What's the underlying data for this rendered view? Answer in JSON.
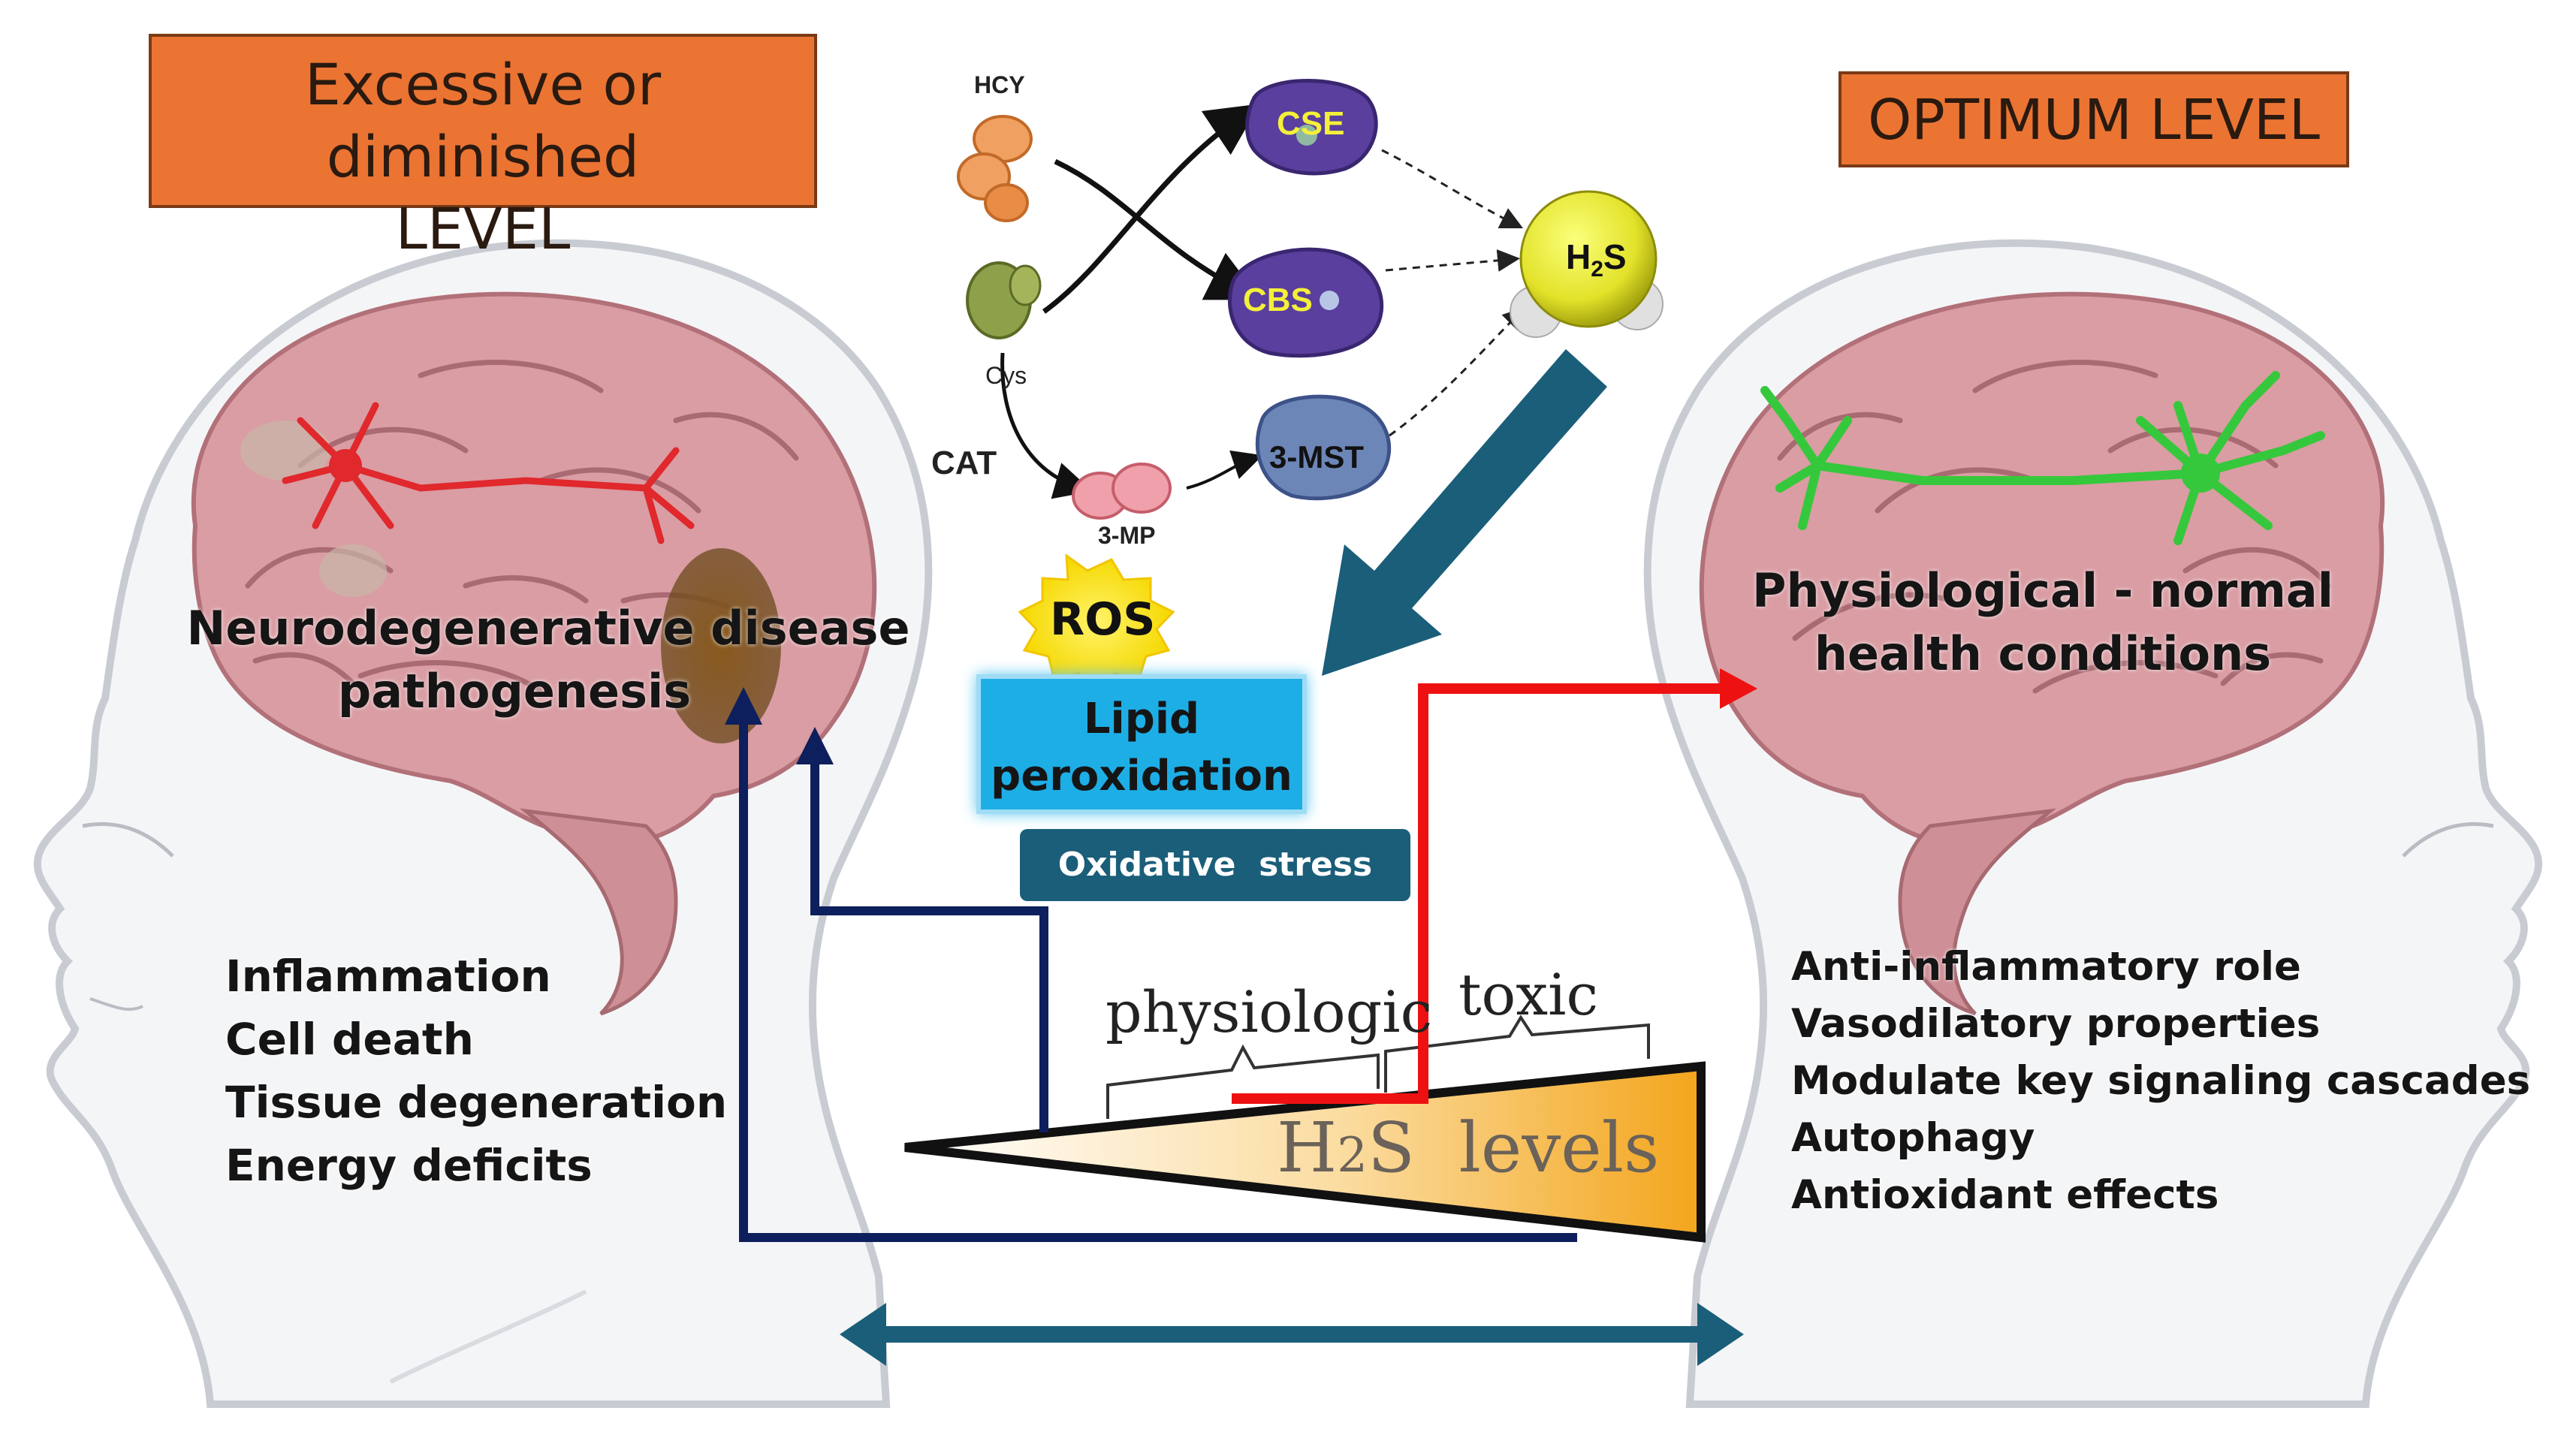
{
  "left_title_line1": "Excessive or diminished",
  "left_title_line2": "LEVEL",
  "right_title": "OPTIMUM LEVEL",
  "left_brain_label_line1": "Neurodegenerative disease",
  "left_brain_label_line2": "pathogenesis",
  "right_brain_label_line1": "Physiological - normal",
  "right_brain_label_line2": "health conditions",
  "left_effects": [
    "Inflammation",
    "Cell death",
    "Tissue degeneration",
    "Energy deficits"
  ],
  "right_effects": [
    "Anti-inflammatory role",
    "Vasodilatory properties",
    "Modulate key signaling cascades",
    "Autophagy",
    "Antioxidant effects"
  ],
  "pathway": {
    "hcy": "HCY",
    "cys": "Cys",
    "cat": "CAT",
    "three_mp": "3-MP",
    "cse": "CSE",
    "cbs": "CBS",
    "three_mst": "3-MST",
    "h2s_h": "H",
    "h2s_sub": "2",
    "h2s_s": "S"
  },
  "ros": "ROS",
  "lipid_line1": "Lipid",
  "lipid_line2": "peroxidation",
  "oxidative_stress": "Oxidative  stress",
  "scale": {
    "physiologic": "physiologic",
    "toxic": "toxic",
    "levels_h": "H",
    "levels_sub": "2",
    "levels_rest": "S  levels"
  },
  "colors": {
    "orange_box": "#eb7433",
    "lipid_box": "#1eaee6",
    "oxidative_box": "#1a5e79",
    "navy_path": "#0d1f5c",
    "red_path": "#ee1111",
    "big_arrow": "#1a5e79",
    "neuron_left": "#e0282d",
    "neuron_right": "#36c83c"
  }
}
